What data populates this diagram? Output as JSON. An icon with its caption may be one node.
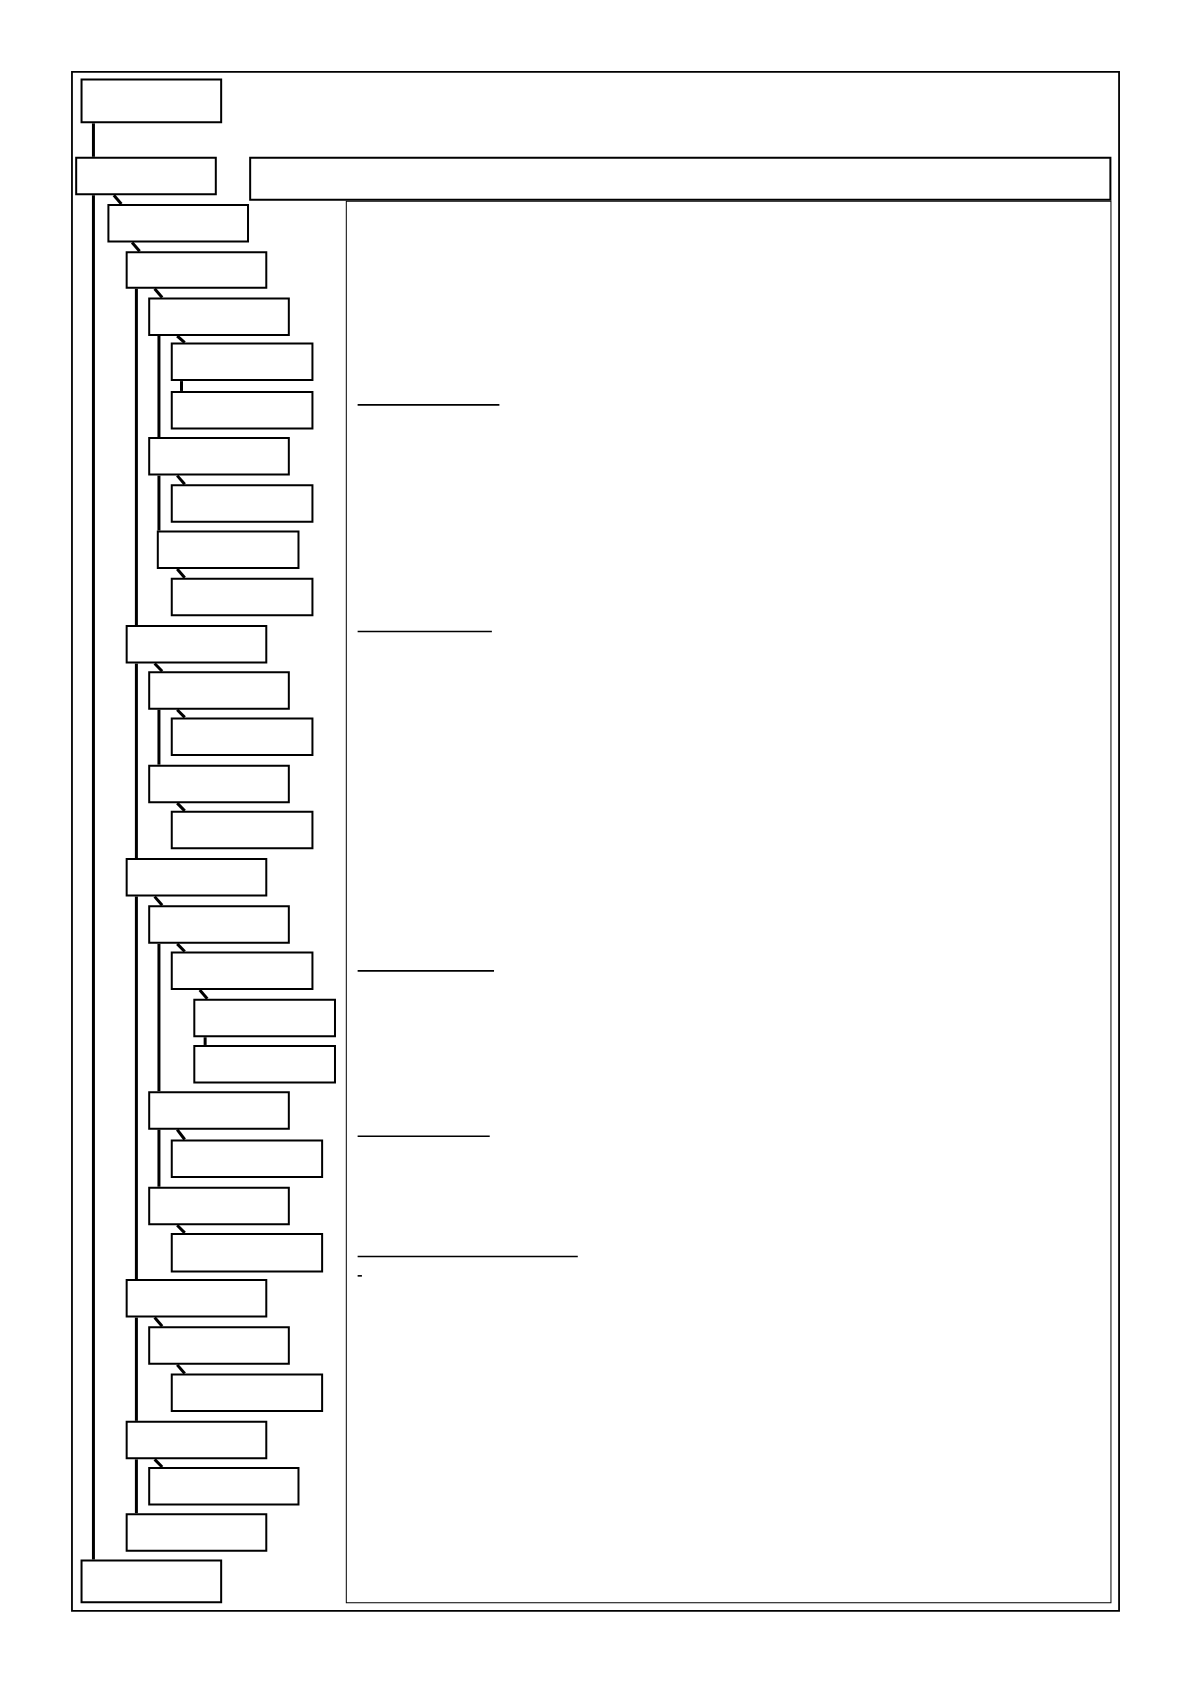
{
  "diagram": {
    "nodes": [
      {
        "text": [],
        "shape": "box"
      },
      {
        "text": [],
        "shape": "box"
      },
      {
        "text": [],
        "shape": "box"
      },
      {
        "text": [],
        "shape": "box"
      },
      {
        "text": [],
        "shape": "box"
      },
      {
        "text": [],
        "shape": "box"
      },
      {
        "text": [],
        "shape": "box"
      },
      {
        "text": [],
        "shape": "box"
      },
      {
        "text": [],
        "shape": "box"
      },
      {
        "text": [],
        "shape": "box"
      },
      {
        "text": [],
        "shape": "box"
      },
      {
        "text": [],
        "shape": "box"
      },
      {
        "text": [],
        "shape": "box"
      },
      {
        "text": [],
        "shape": "box"
      },
      {
        "text": [],
        "shape": "box"
      },
      {
        "text": [],
        "shape": "box"
      },
      {
        "text": [],
        "shape": "box"
      },
      {
        "text": [],
        "shape": "box"
      },
      {
        "text": [],
        "shape": "box"
      },
      {
        "text": [],
        "shape": "box"
      },
      {
        "text": [],
        "shape": "box"
      },
      {
        "text": [],
        "shape": "box"
      },
      {
        "text": [],
        "shape": "box"
      },
      {
        "text": [],
        "shape": "box"
      },
      {
        "text": [],
        "shape": "box"
      },
      {
        "text": [],
        "shape": "box"
      },
      {
        "text": [],
        "shape": "box"
      },
      {
        "text": [],
        "shape": "box"
      },
      {
        "text": [],
        "shape": "box"
      },
      {
        "text": [],
        "shape": "box"
      },
      {
        "text": [],
        "shape": "box"
      },
      {
        "text": [],
        "shape": "box"
      },
      {
        "text": [],
        "shape": "box"
      },
      {
        "text": [],
        "shape": "box"
      }
    ],
    "edges": [
      {
        "from": 0,
        "to": 1,
        "arrow": "none"
      },
      {
        "from": 1,
        "to": 33,
        "arrow": "none"
      },
      {
        "from": 1,
        "to": 4,
        "arrow": "none"
      },
      {
        "from": 4,
        "to": 5,
        "arrow": "none"
      },
      {
        "from": 5,
        "to": 13,
        "arrow": "none"
      },
      {
        "from": 13,
        "to": 18,
        "arrow": "none"
      },
      {
        "from": 18,
        "to": 27,
        "arrow": "none"
      },
      {
        "from": 27,
        "to": 30,
        "arrow": "none"
      },
      {
        "from": 30,
        "to": 32,
        "arrow": "none"
      },
      {
        "from": 5,
        "to": 6,
        "arrow": "none"
      },
      {
        "from": 6,
        "to": 7,
        "arrow": "none"
      },
      {
        "from": 7,
        "to": 8,
        "arrow": "none"
      },
      {
        "from": 6,
        "to": 9,
        "arrow": "none"
      },
      {
        "from": 9,
        "to": 10,
        "arrow": "none"
      },
      {
        "from": 9,
        "to": 11,
        "arrow": "none"
      },
      {
        "from": 11,
        "to": 12,
        "arrow": "none"
      },
      {
        "from": 13,
        "to": 14,
        "arrow": "none"
      },
      {
        "from": 14,
        "to": 15,
        "arrow": "none"
      },
      {
        "from": 14,
        "to": 16,
        "arrow": "none"
      },
      {
        "from": 16,
        "to": 17,
        "arrow": "none"
      },
      {
        "from": 18,
        "to": 19,
        "arrow": "none"
      },
      {
        "from": 19,
        "to": 20,
        "arrow": "none"
      },
      {
        "from": 20,
        "to": 21,
        "arrow": "none"
      },
      {
        "from": 21,
        "to": 22,
        "arrow": "none"
      },
      {
        "from": 19,
        "to": 23,
        "arrow": "none"
      },
      {
        "from": 23,
        "to": 24,
        "arrow": "none"
      },
      {
        "from": 23,
        "to": 25,
        "arrow": "none"
      },
      {
        "from": 25,
        "to": 26,
        "arrow": "none"
      },
      {
        "from": 27,
        "to": 28,
        "arrow": "none"
      },
      {
        "from": 28,
        "to": 29,
        "arrow": "none"
      },
      {
        "from": 30,
        "to": 31,
        "arrow": "none"
      }
    ]
  }
}
